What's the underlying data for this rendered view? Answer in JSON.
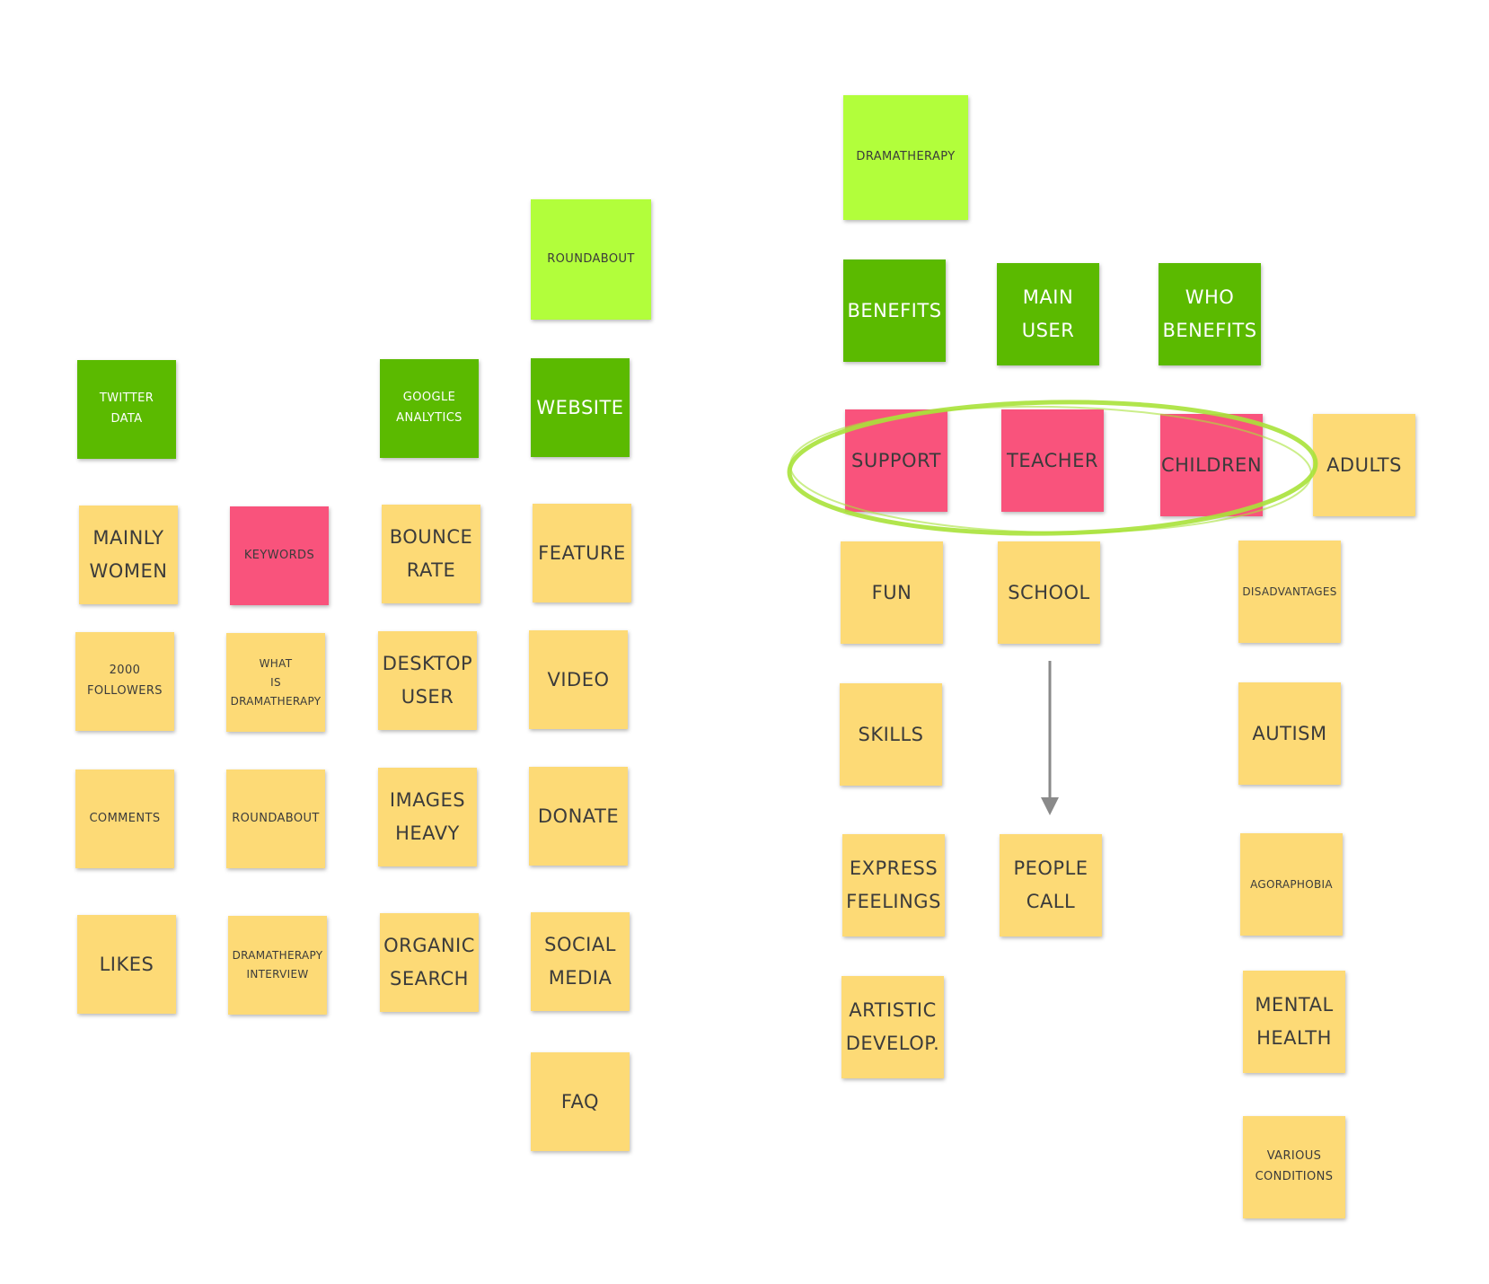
{
  "colors": {
    "yellow": "#fdda76",
    "lime": "#b2fe3b",
    "green": "#5bba00",
    "pink": "#f9537c",
    "ellipse": "#a8e23a",
    "arrow": "#8a8a8a"
  },
  "left_board": {
    "roundabout_header": "ROUNDABOUT",
    "twitter": {
      "header": "TWITTER\nDATA",
      "notes": [
        "MAINLY\nWOMEN",
        "2000\nFOLLOWERS",
        "COMMENTS",
        "LIKES"
      ]
    },
    "keywords": {
      "header": "KEYWORDS",
      "notes": [
        "WHAT\nIS\nDRAMATHERAPY",
        "ROUNDABOUT",
        "DRAMATHERAPY\nINTERVIEW"
      ]
    },
    "google": {
      "header": "GOOGLE\nANALYTICS",
      "notes": [
        "BOUNCE\nRATE",
        "DESKTOP\nUSER",
        "IMAGES\nHEAVY",
        "ORGANIC\nSEARCH"
      ]
    },
    "website": {
      "header": "WEBSITE",
      "notes": [
        "FEATURE",
        "VIDEO",
        "DONATE",
        "SOCIAL\nMEDIA",
        "FAQ"
      ]
    }
  },
  "right_board": {
    "dramatherapy_header": "DRAMATHERAPY",
    "benefits": {
      "header": "BENEFITS",
      "tag": "SUPPORT",
      "notes": [
        "FUN",
        "SKILLS",
        "EXPRESS\nFEELINGS",
        "ARTISTIC\nDEVELOP."
      ]
    },
    "main_user": {
      "header": "MAIN\nUSER",
      "tag": "TEACHER",
      "notes": [
        "SCHOOL",
        "PEOPLE\nCALL"
      ]
    },
    "who_benefits": {
      "header": "WHO\nBENEFITS",
      "tags": [
        "CHILDREN",
        "ADULTS"
      ],
      "notes": [
        "DISADVANTAGES",
        "AUTISM",
        "AGORAPHOBIA",
        "MENTAL\nHEALTH",
        "VARIOUS\nCONDITIONS"
      ]
    }
  }
}
